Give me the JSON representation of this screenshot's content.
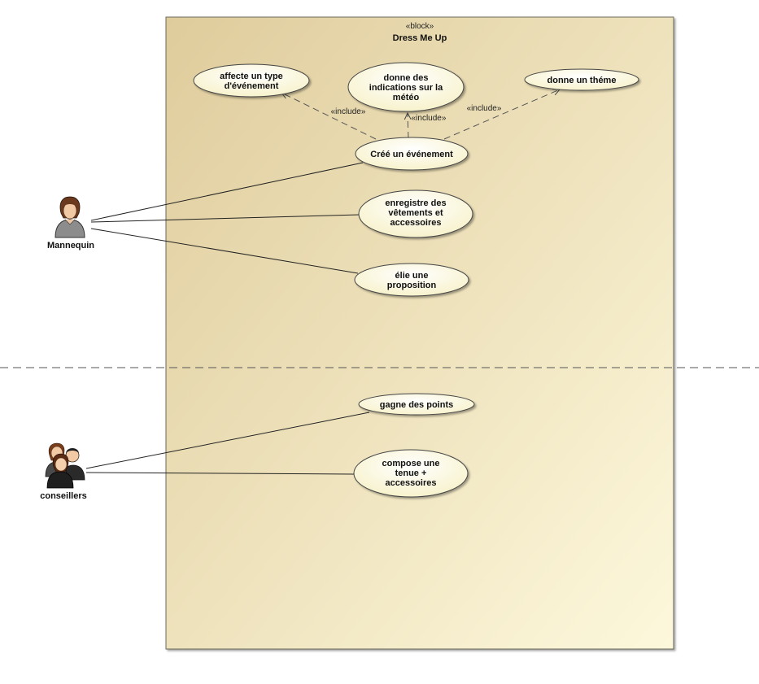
{
  "diagram": {
    "block": {
      "stereotype": "«block»",
      "title": "Dress Me Up"
    },
    "include_label": "«include»",
    "actors": [
      {
        "name": "Mannequin",
        "icon": "woman-user-icon"
      },
      {
        "name": "conseillers",
        "icon": "group-users-icon"
      }
    ],
    "use_cases": [
      {
        "id": "uc1",
        "lines": [
          "affecte un type",
          "d'événement"
        ]
      },
      {
        "id": "uc2",
        "lines": [
          "donne des",
          "indications sur la",
          "météo"
        ]
      },
      {
        "id": "uc3",
        "lines": [
          "donne un théme"
        ]
      },
      {
        "id": "uc4",
        "lines": [
          "Créé un événement"
        ]
      },
      {
        "id": "uc5",
        "lines": [
          "enregistre des",
          "vêtements et",
          "accessoires"
        ]
      },
      {
        "id": "uc6",
        "lines": [
          "élie une",
          "proposition"
        ]
      },
      {
        "id": "uc7",
        "lines": [
          "gagne des points"
        ]
      },
      {
        "id": "uc8",
        "lines": [
          "compose une",
          "tenue +",
          "accessoires"
        ]
      }
    ],
    "colors": {
      "block_top": "#e1d1a3",
      "block_bottom": "#fcf6d8",
      "usecase_fill": "#fdfbe2",
      "stroke": "#444444"
    }
  }
}
